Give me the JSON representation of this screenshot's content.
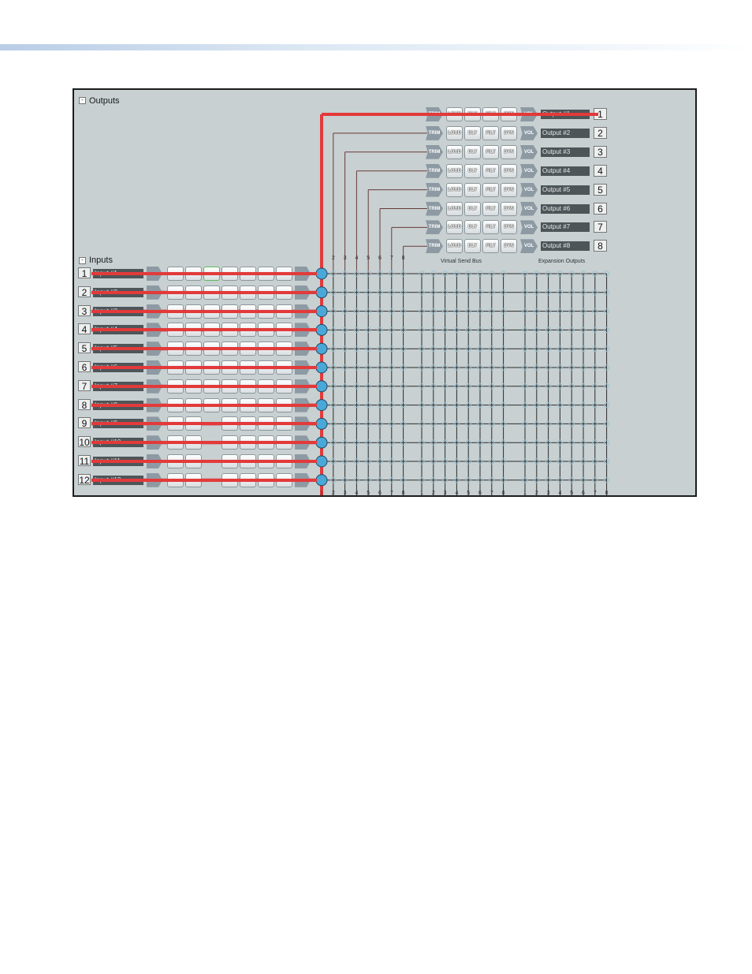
{
  "outputs_section": {
    "label": "Outputs",
    "collapse_glyph": "-"
  },
  "inputs_section": {
    "label": "Inputs",
    "collapse_glyph": "-"
  },
  "inputs": [
    {
      "num": "1",
      "name": "Input #1"
    },
    {
      "num": "2",
      "name": "Input #2"
    },
    {
      "num": "3",
      "name": "Input #3"
    },
    {
      "num": "4",
      "name": "Input #4"
    },
    {
      "num": "5",
      "name": "Input #5"
    },
    {
      "num": "6",
      "name": "Input #6"
    },
    {
      "num": "7",
      "name": "Input #7"
    },
    {
      "num": "8",
      "name": "Input #8"
    },
    {
      "num": "9",
      "name": "Input #9"
    },
    {
      "num": "10",
      "name": "Input #10"
    },
    {
      "num": "11",
      "name": "Input #11"
    },
    {
      "num": "12",
      "name": "Input #12"
    }
  ],
  "outputs": [
    {
      "num": "1",
      "name": "Output #1"
    },
    {
      "num": "2",
      "name": "Output #2"
    },
    {
      "num": "3",
      "name": "Output #3"
    },
    {
      "num": "4",
      "name": "Output #4"
    },
    {
      "num": "5",
      "name": "Output #5"
    },
    {
      "num": "6",
      "name": "Output #6"
    },
    {
      "num": "7",
      "name": "Output #7"
    },
    {
      "num": "8",
      "name": "Output #8"
    }
  ],
  "output_blocks": {
    "trim": "TRIM",
    "blocks": [
      "LOUD",
      "DLY",
      "FILT",
      "DYN"
    ],
    "vol": "VOL"
  },
  "bus_labels": {
    "virtual_send_bus": "Virtual Send Bus",
    "expansion_outputs": "Expansion Outputs"
  },
  "virtual_bus_numbers": [
    "2",
    "3",
    "4",
    "5",
    "6",
    "7",
    "8"
  ],
  "colors": {
    "route": "#e23a3a",
    "route_node": "#4aa8d8",
    "panel": "#c8d0d1",
    "grid_line": "#2c2c2c",
    "muted_node": "#9dc3d2"
  }
}
